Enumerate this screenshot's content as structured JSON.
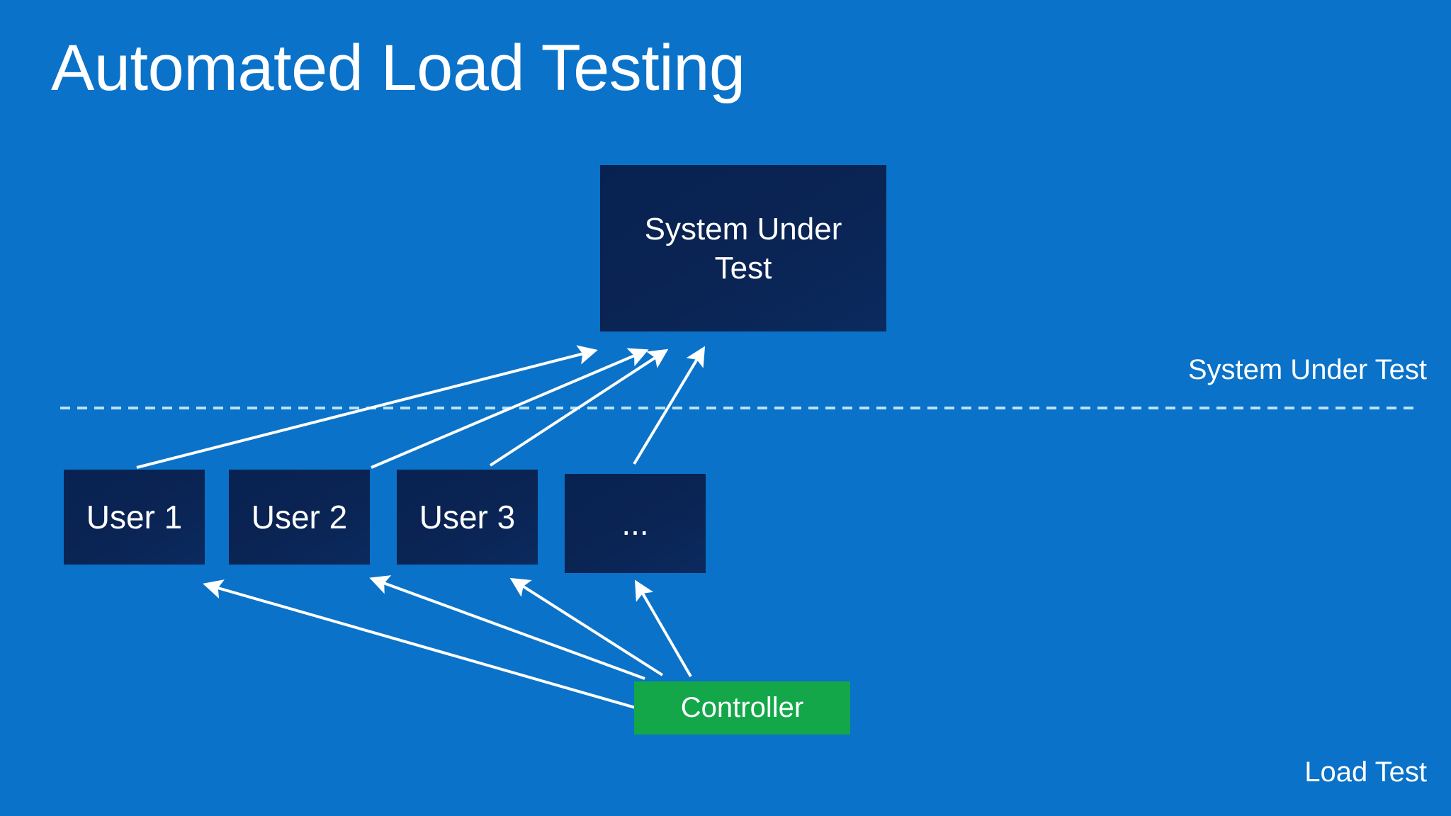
{
  "slide": {
    "title": "Automated Load Testing",
    "background_color": "#0a72c8"
  },
  "colors": {
    "background": "#0a72c8",
    "node_dark": "#0a2352",
    "node_green": "#13a74a",
    "line": "#ffffff",
    "divider": "#b9e3f7",
    "text": "#ffffff"
  },
  "diagram": {
    "system_under_test": {
      "label": "System Under Test",
      "label_line_1": "System Under",
      "label_line_2": "Test"
    },
    "users": [
      {
        "label": "User 1"
      },
      {
        "label": "User 2"
      },
      {
        "label": "User 3"
      },
      {
        "label": "..."
      }
    ],
    "controller": {
      "label": "Controller"
    },
    "divider": {
      "style": "dashed",
      "color": "#b9e3f7"
    },
    "zone_labels": {
      "upper": "System Under Test",
      "lower": "Load Test"
    },
    "arrows": {
      "users_to_sut": [
        {
          "from": "User 1",
          "to": "System Under Test"
        },
        {
          "from": "User 2",
          "to": "System Under Test"
        },
        {
          "from": "User 3",
          "to": "System Under Test"
        },
        {
          "from": "...",
          "to": "System Under Test"
        }
      ],
      "controller_to_users": [
        {
          "from": "Controller",
          "to": "User 1"
        },
        {
          "from": "Controller",
          "to": "User 2"
        },
        {
          "from": "Controller",
          "to": "User 3"
        },
        {
          "from": "Controller",
          "to": "..."
        }
      ]
    }
  }
}
